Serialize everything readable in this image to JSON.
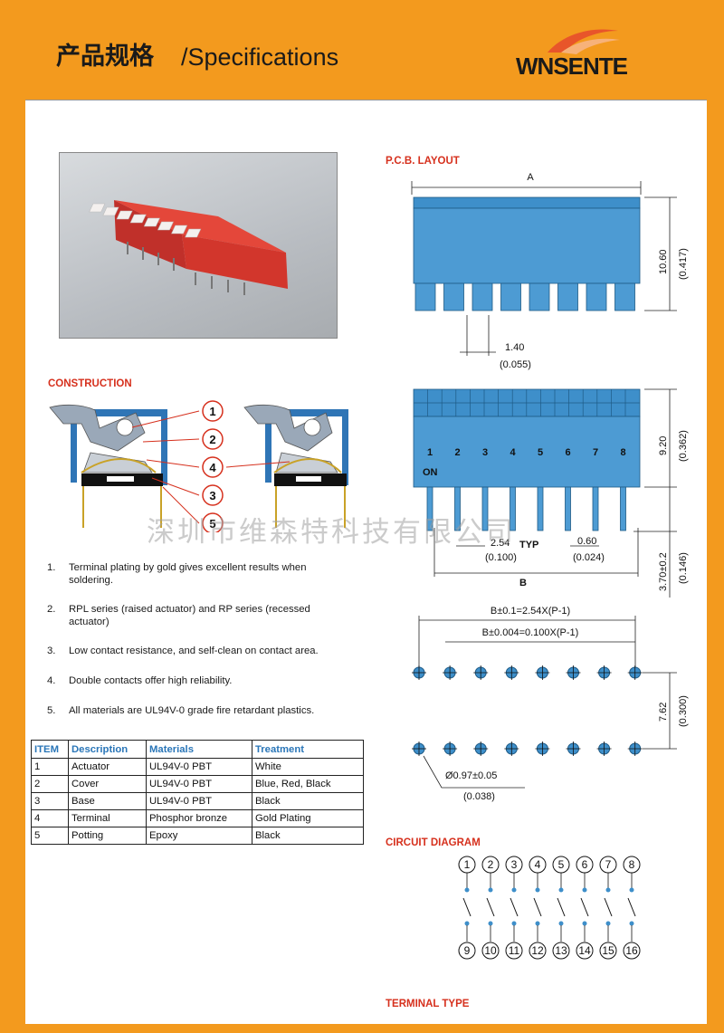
{
  "header": {
    "title_cn": "产品规格",
    "title_en": "/Specifications",
    "brand": "WNSENTE"
  },
  "pcb_layout": {
    "title": "P.C.B. LAYOUT",
    "dim_a": "A",
    "dim_b": "B",
    "height_mm": "10.60",
    "height_in": "(0.417)",
    "width_mm": "1.40",
    "width_in": "(0.055)",
    "side_height_mm": "9.20",
    "side_height_in": "(0.362)",
    "pins": [
      "1",
      "2",
      "3",
      "4",
      "5",
      "6",
      "7",
      "8"
    ],
    "on_label": "ON",
    "pitch_mm": "2.54",
    "pitch_typ": "TYP",
    "pitch_in": "(0.100)",
    "pin_w_mm": "0.60",
    "pin_w_in": "(0.024)",
    "pin_len": "3.70±0.2",
    "pin_len_in": "(0.146)",
    "formula_mm": "B±0.1=2.54X(P-1)",
    "formula_in": "B±0.004=0.100X(P-1)",
    "row_mm": "7.62",
    "row_in": "(0.300)",
    "hole_mm": "Ø0.97±0.05",
    "hole_in": "(0.038)"
  },
  "construction": {
    "title": "CONSTRUCTION",
    "callouts": [
      "1",
      "2",
      "4",
      "3",
      "5"
    ]
  },
  "notes": [
    {
      "n": "1.",
      "text": "Terminal plating by gold gives excellent results when soldering."
    },
    {
      "n": "2.",
      "text": "RPL series (raised actuator) and RP series (recessed actuator)"
    },
    {
      "n": "3.",
      "text": "Low contact resistance, and self-clean on contact area."
    },
    {
      "n": "4.",
      "text": "Double contacts offer high reliability."
    },
    {
      "n": "5.",
      "text": "All materials are UL94V-0 grade fire retardant plastics."
    }
  ],
  "table": {
    "headers": [
      "ITEM",
      "Description",
      "Materials",
      "Treatment"
    ],
    "rows": [
      [
        "1",
        "Actuator",
        "UL94V-0 PBT",
        "White"
      ],
      [
        "2",
        "Cover",
        "UL94V-0 PBT",
        "Blue, Red, Black"
      ],
      [
        "3",
        "Base",
        "UL94V-0 PBT",
        "Black"
      ],
      [
        "4",
        "Terminal",
        "Phosphor bronze",
        "Gold Plating"
      ],
      [
        "5",
        "Potting",
        "Epoxy",
        "Black"
      ]
    ]
  },
  "circuit": {
    "title": "CIRCUIT DIAGRAM",
    "top": [
      "1",
      "2",
      "3",
      "4",
      "5",
      "6",
      "7",
      "8"
    ],
    "bottom": [
      "9",
      "10",
      "11",
      "12",
      "13",
      "14",
      "15",
      "16"
    ]
  },
  "terminal_type": "TERMINAL TYPE",
  "watermark": "深圳市维森特科技有限公司",
  "colors": {
    "orange": "#f39a1e",
    "blue": "#3e8fca",
    "red": "#d6301d",
    "header_blue": "#2a76b8"
  }
}
